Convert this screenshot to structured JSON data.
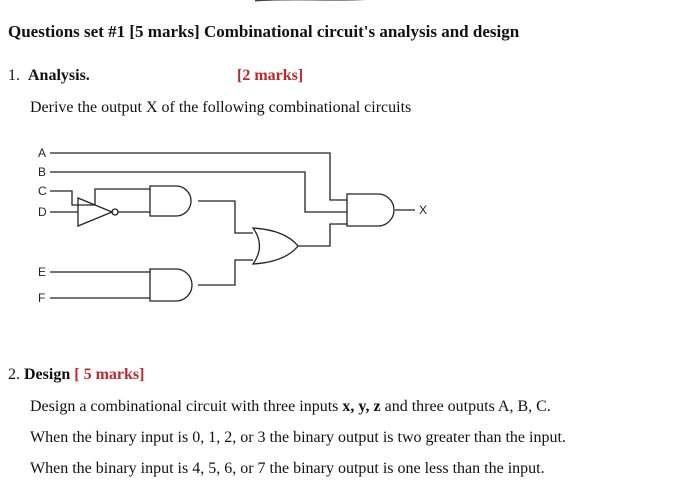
{
  "header": {
    "title": "Questions set #1 [5 marks] Combinational circuit's analysis and design"
  },
  "q1": {
    "number": "1.",
    "label": "Analysis.",
    "marks": "[2 marks]",
    "instruction": "Derive the output X of the following combinational circuits"
  },
  "circuit": {
    "inputs": [
      "A",
      "B",
      "C",
      "D",
      "E",
      "F"
    ],
    "output": "X",
    "gates": [
      "NOT",
      "AND",
      "AND",
      "OR",
      "AND"
    ]
  },
  "q2": {
    "number": "2.",
    "label": "Design",
    "marks": "[ 5 marks]",
    "line1_pre": "Design a combinational circuit with three inputs ",
    "vars_in": "x, y, z",
    "line1_post": " and three outputs A, B, C.",
    "line2": "When the binary input is 0, 1, 2, or 3 the binary output is two greater than the input.",
    "line3": "When the binary input is 4, 5, 6, or 7 the binary output is one less than the input."
  }
}
